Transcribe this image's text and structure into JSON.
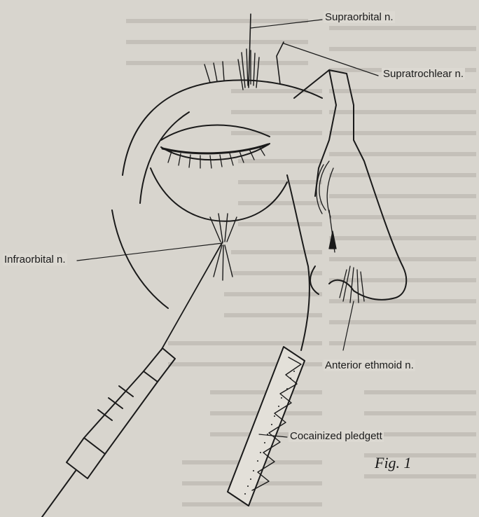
{
  "labels": {
    "supraorbital": "Supraorbital n.",
    "supratrochlear": "Supratrochlear n.",
    "infraorbital": "Infraorbital n.",
    "anterior_ethmoid": "Anterior ethmoid n.",
    "pledgett": "Cocainized pledgett"
  },
  "figure_caption": "Fig. 1",
  "colors": {
    "ink": "#1a1a1a",
    "paper": "#d8d5ce",
    "bleed_text": "#a9a59d"
  }
}
